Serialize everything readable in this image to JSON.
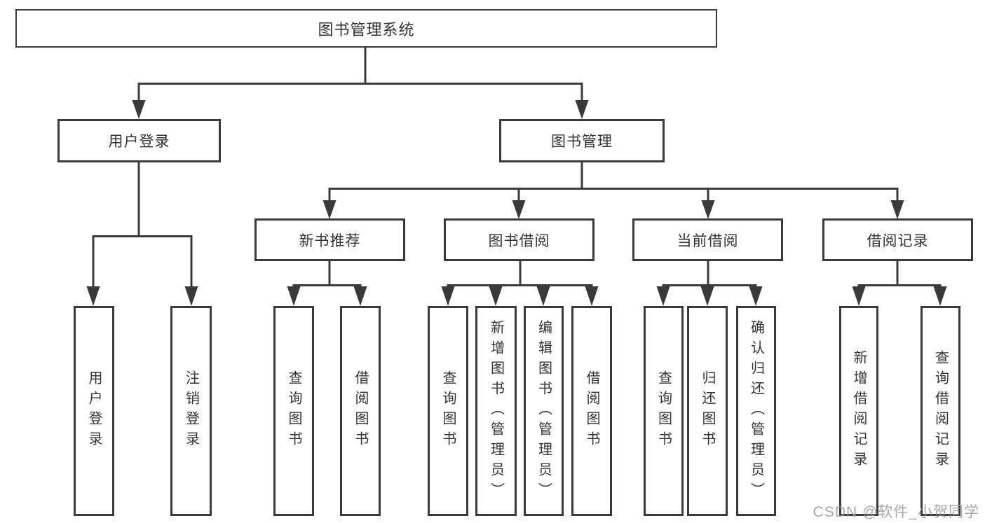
{
  "diagram": {
    "root": {
      "label": "图书管理系统",
      "children": [
        {
          "label": "用户登录",
          "children": [
            {
              "label": "用户登录"
            },
            {
              "label": "注销登录"
            }
          ]
        },
        {
          "label": "图书管理",
          "children": [
            {
              "label": "新书推荐",
              "children": [
                {
                  "label": "查询图书"
                },
                {
                  "label": "借阅图书"
                }
              ]
            },
            {
              "label": "图书借阅",
              "children": [
                {
                  "label": "查询图书"
                },
                {
                  "label": "新增图书（管理员）"
                },
                {
                  "label": "编辑图书（管理员）"
                },
                {
                  "label": "借阅图书"
                }
              ]
            },
            {
              "label": "当前借阅",
              "children": [
                {
                  "label": "查询图书"
                },
                {
                  "label": "归还图书"
                },
                {
                  "label": "确认归还（管理员）"
                }
              ]
            },
            {
              "label": "借阅记录",
              "children": [
                {
                  "label": "新增借阅记录"
                },
                {
                  "label": "查询借阅记录"
                }
              ]
            }
          ]
        }
      ]
    }
  },
  "watermark": {
    "text": "CSDN @软件_小贺同学"
  },
  "colors": {
    "line": "#3a3a3a",
    "text": "#333333",
    "background": "#ffffff",
    "watermark": "#9e9e9e"
  }
}
